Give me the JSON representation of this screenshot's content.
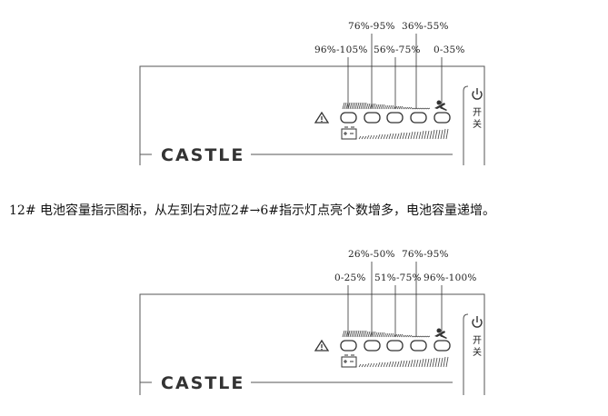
{
  "top_panel": {
    "labels_row1": [
      "76%-95%",
      "36%-55%"
    ],
    "labels_row2": [
      "96%-105%",
      "56%-75%",
      "0-35%"
    ],
    "brand": "CASTLE",
    "switch_label": [
      "开",
      "关"
    ]
  },
  "caption": "12# 电池容量指示图标，从左到右对应2#→6#指示灯点亮个数增多，电池容量递增。",
  "bottom_panel": {
    "labels_row1": [
      "26%-50%",
      "76%-95%"
    ],
    "labels_row2": [
      "0-25%",
      "51%-75%",
      "96%-100%"
    ],
    "brand": "CASTLE",
    "switch_label": [
      "开",
      "关"
    ]
  },
  "icons": [
    "warning-icon",
    "battery-icon",
    "load-icon",
    "power-icon"
  ]
}
